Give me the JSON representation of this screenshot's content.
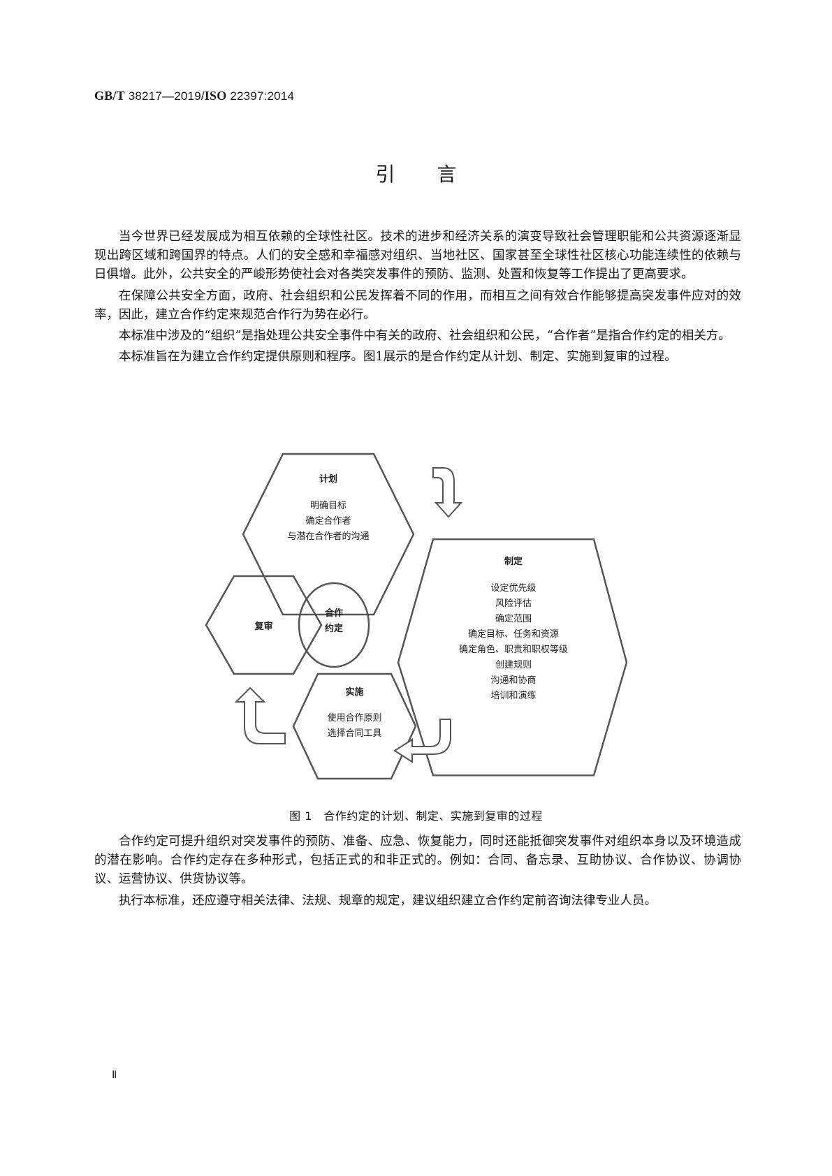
{
  "header": {
    "standard_prefix": "GB/T",
    "standard_number": " 38217—2019/",
    "iso_prefix": "ISO",
    "iso_number": " 22397:2014"
  },
  "title": "引言",
  "paragraphs_top": [
    "当今世界已经发展成为相互依赖的全球性社区。技术的进步和经济关系的演变导致社会管理职能和公共资源逐渐显现出跨区域和跨国界的特点。人们的安全感和幸福感对组织、当地社区、国家甚至全球性社区核心功能连续性的依赖与日俱增。此外，公共安全的严峻形势使社会对各类突发事件的预防、监测、处置和恢复等工作提出了更高要求。",
    "在保障公共安全方面，政府、社会组织和公民发挥着不同的作用，而相互之间有效合作能够提高突发事件应对的效率，因此，建立合作约定来规范合作行为势在必行。",
    "本标准中涉及的“组织”是指处理公共安全事件中有关的政府、社会组织和公民，“合作者”是指合作约定的相关方。",
    "本标准旨在为建立合作约定提供原则和程序。图1展示的是合作约定从计划、制定、实施到复审的过程。"
  ],
  "figure": {
    "center": {
      "line1": "合作",
      "line2": "约定"
    },
    "plan": {
      "title": "计划",
      "items": [
        "明确目标",
        "确定合作者",
        "与潜在合作者的沟通"
      ]
    },
    "develop": {
      "title": "制定",
      "items": [
        "设定优先级",
        "风险评估",
        "确定范围",
        "确定目标、任务和资源",
        "确定角色、职责和职权等级",
        "创建规则",
        "沟通和协商",
        "培训和演练"
      ]
    },
    "implement": {
      "title": "实施",
      "items": [
        "使用合作原则",
        "选择合同工具"
      ]
    },
    "review": {
      "title": "复审"
    },
    "stroke_color": "#555555"
  },
  "caption": "图 1　合作约定的计划、制定、实施到复审的过程",
  "paragraphs_bottom": [
    "合作约定可提升组织对突发事件的预防、准备、应急、恢复能力，同时还能抵御突发事件对组织本身以及环境造成的潜在影响。合作约定存在多种形式，包括正式的和非正式的。例如：合同、备忘录、互助协议、合作协议、协调协议、运营协议、供货协议等。",
    "执行本标准，还应遵守相关法律、法规、规章的规定，建议组织建立合作约定前咨询法律专业人员。"
  ],
  "page_number": "Ⅱ"
}
